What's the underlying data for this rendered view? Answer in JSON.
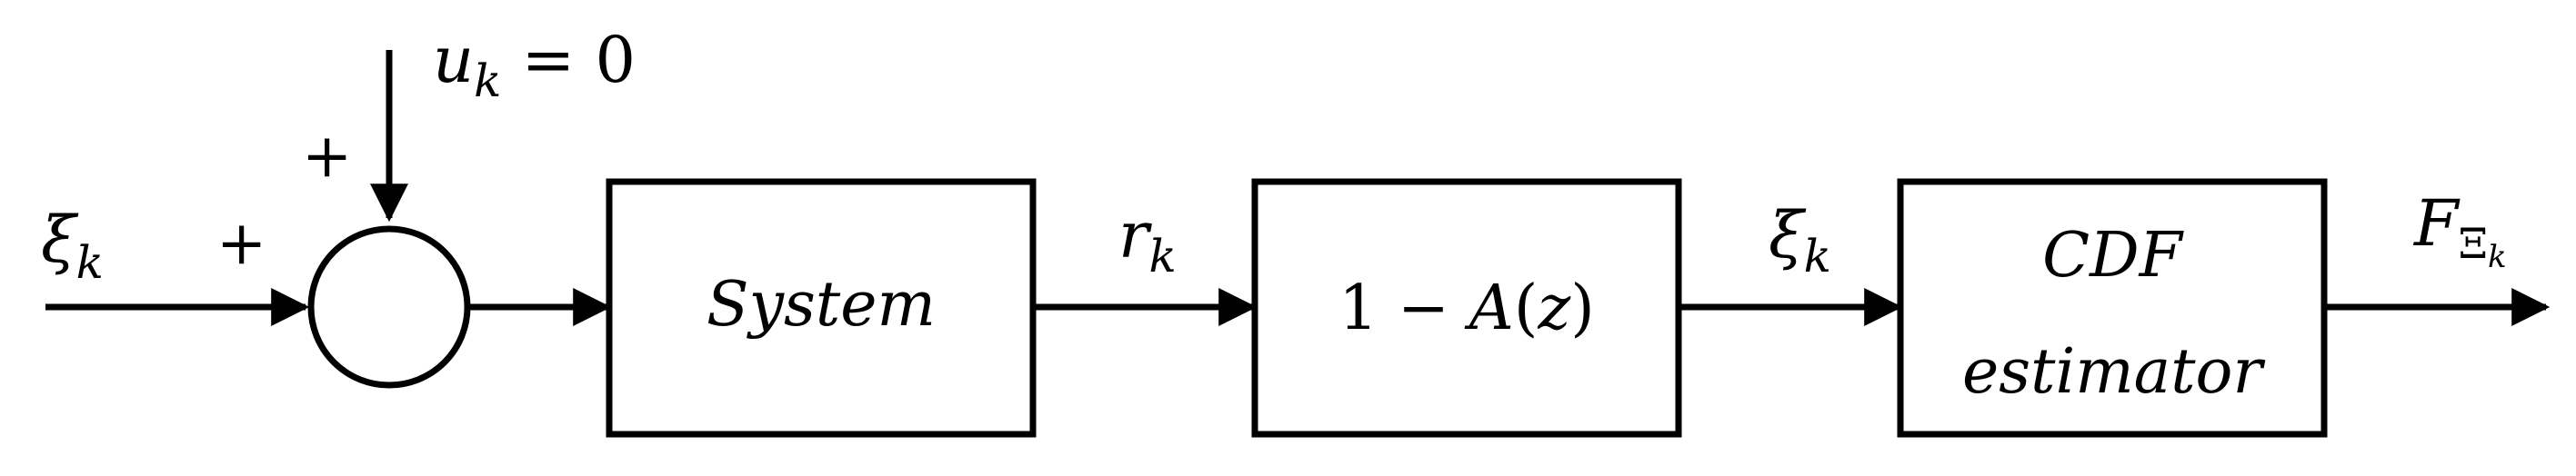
{
  "diagram": {
    "inputs": {
      "xi_left": "ξ",
      "xi_left_sub": "k",
      "plus_left": "+",
      "plus_top": "+",
      "u_label": "u",
      "u_sub": "k",
      "u_eq": " = 0"
    },
    "blocks": {
      "system": "System",
      "filter_one": "1",
      "filter_minus": " − ",
      "filter_A": "A",
      "filter_paren_open": "(",
      "filter_z": "z",
      "filter_paren_close": ")",
      "cdf_line1": "CDF",
      "cdf_line2": "estimator"
    },
    "signals": {
      "r": "r",
      "r_sub": "k",
      "xi_mid": "ξ",
      "xi_mid_sub": "k",
      "F": "F",
      "F_sub": "Ξ",
      "F_subsub": "k"
    }
  }
}
